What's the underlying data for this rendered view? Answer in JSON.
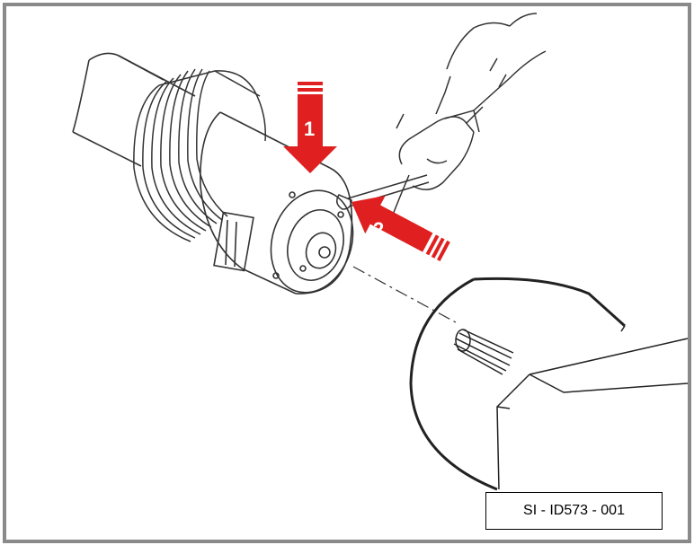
{
  "figure": {
    "reference_code": "SI - ID573 - 001",
    "callouts": [
      {
        "number": "1",
        "icon": "down-arrow-icon"
      },
      {
        "number": "2",
        "icon": "diagonal-arrow-icon"
      }
    ],
    "colors": {
      "frame": "#8a8a8a",
      "arrow": "#e02020",
      "line": "#333333"
    }
  }
}
